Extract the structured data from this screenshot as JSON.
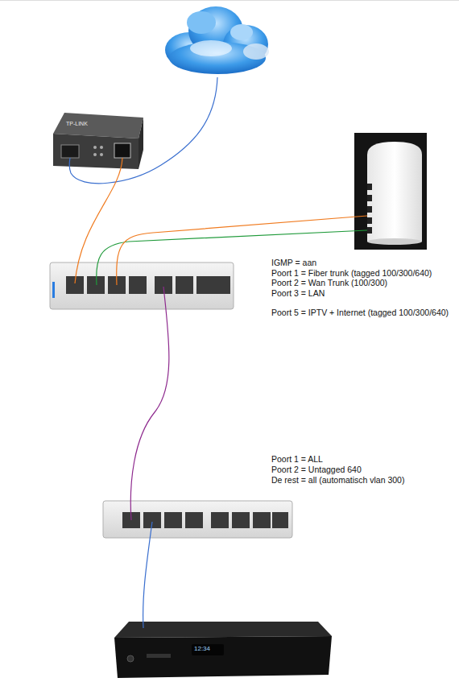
{
  "diagram": {
    "labels": [
      "TP-LINK",
      "IGMP = aan",
      "Poort 1 = Fiber trunk (tagged 100/300/640)",
      "Poort 2 = Wan Trunk (100/300)",
      "Poort 3 = LAN",
      "Poort 5 = IPTV + Internet (tagged 100/300/640)",
      "Poort 1 = ALL",
      "Poort 2 = Untagged 640",
      "De rest = all (automatisch vlan 300)",
      "12:34"
    ]
  }
}
